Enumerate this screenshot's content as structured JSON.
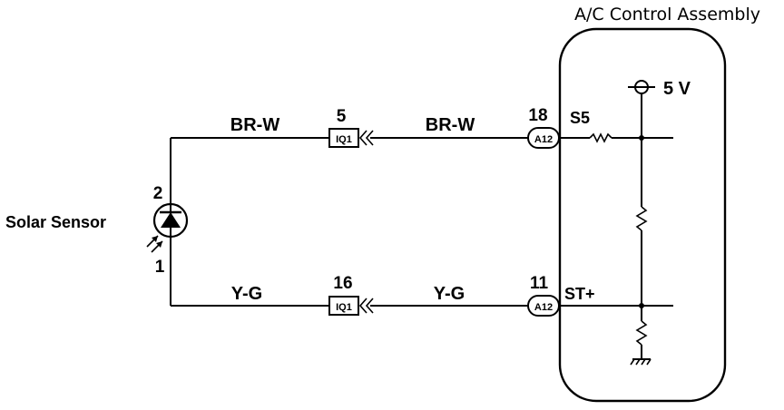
{
  "assembly_title": "A/C Control Assembly",
  "supply": "5 V",
  "sensor": {
    "name": "Solar Sensor",
    "pin_top": "2",
    "pin_bottom": "1"
  },
  "upper_circuit": {
    "left_wire_color": "BR-W",
    "right_wire_color": "BR-W",
    "junction_pin": "5",
    "junction_label": "IQ1",
    "ecu_pin": "18",
    "ecu_connector": "A12",
    "terminal": "S5"
  },
  "lower_circuit": {
    "left_wire_color": "Y-G",
    "right_wire_color": "Y-G",
    "junction_pin": "16",
    "junction_label": "IQ1",
    "ecu_pin": "11",
    "ecu_connector": "A12",
    "terminal": "ST+"
  }
}
